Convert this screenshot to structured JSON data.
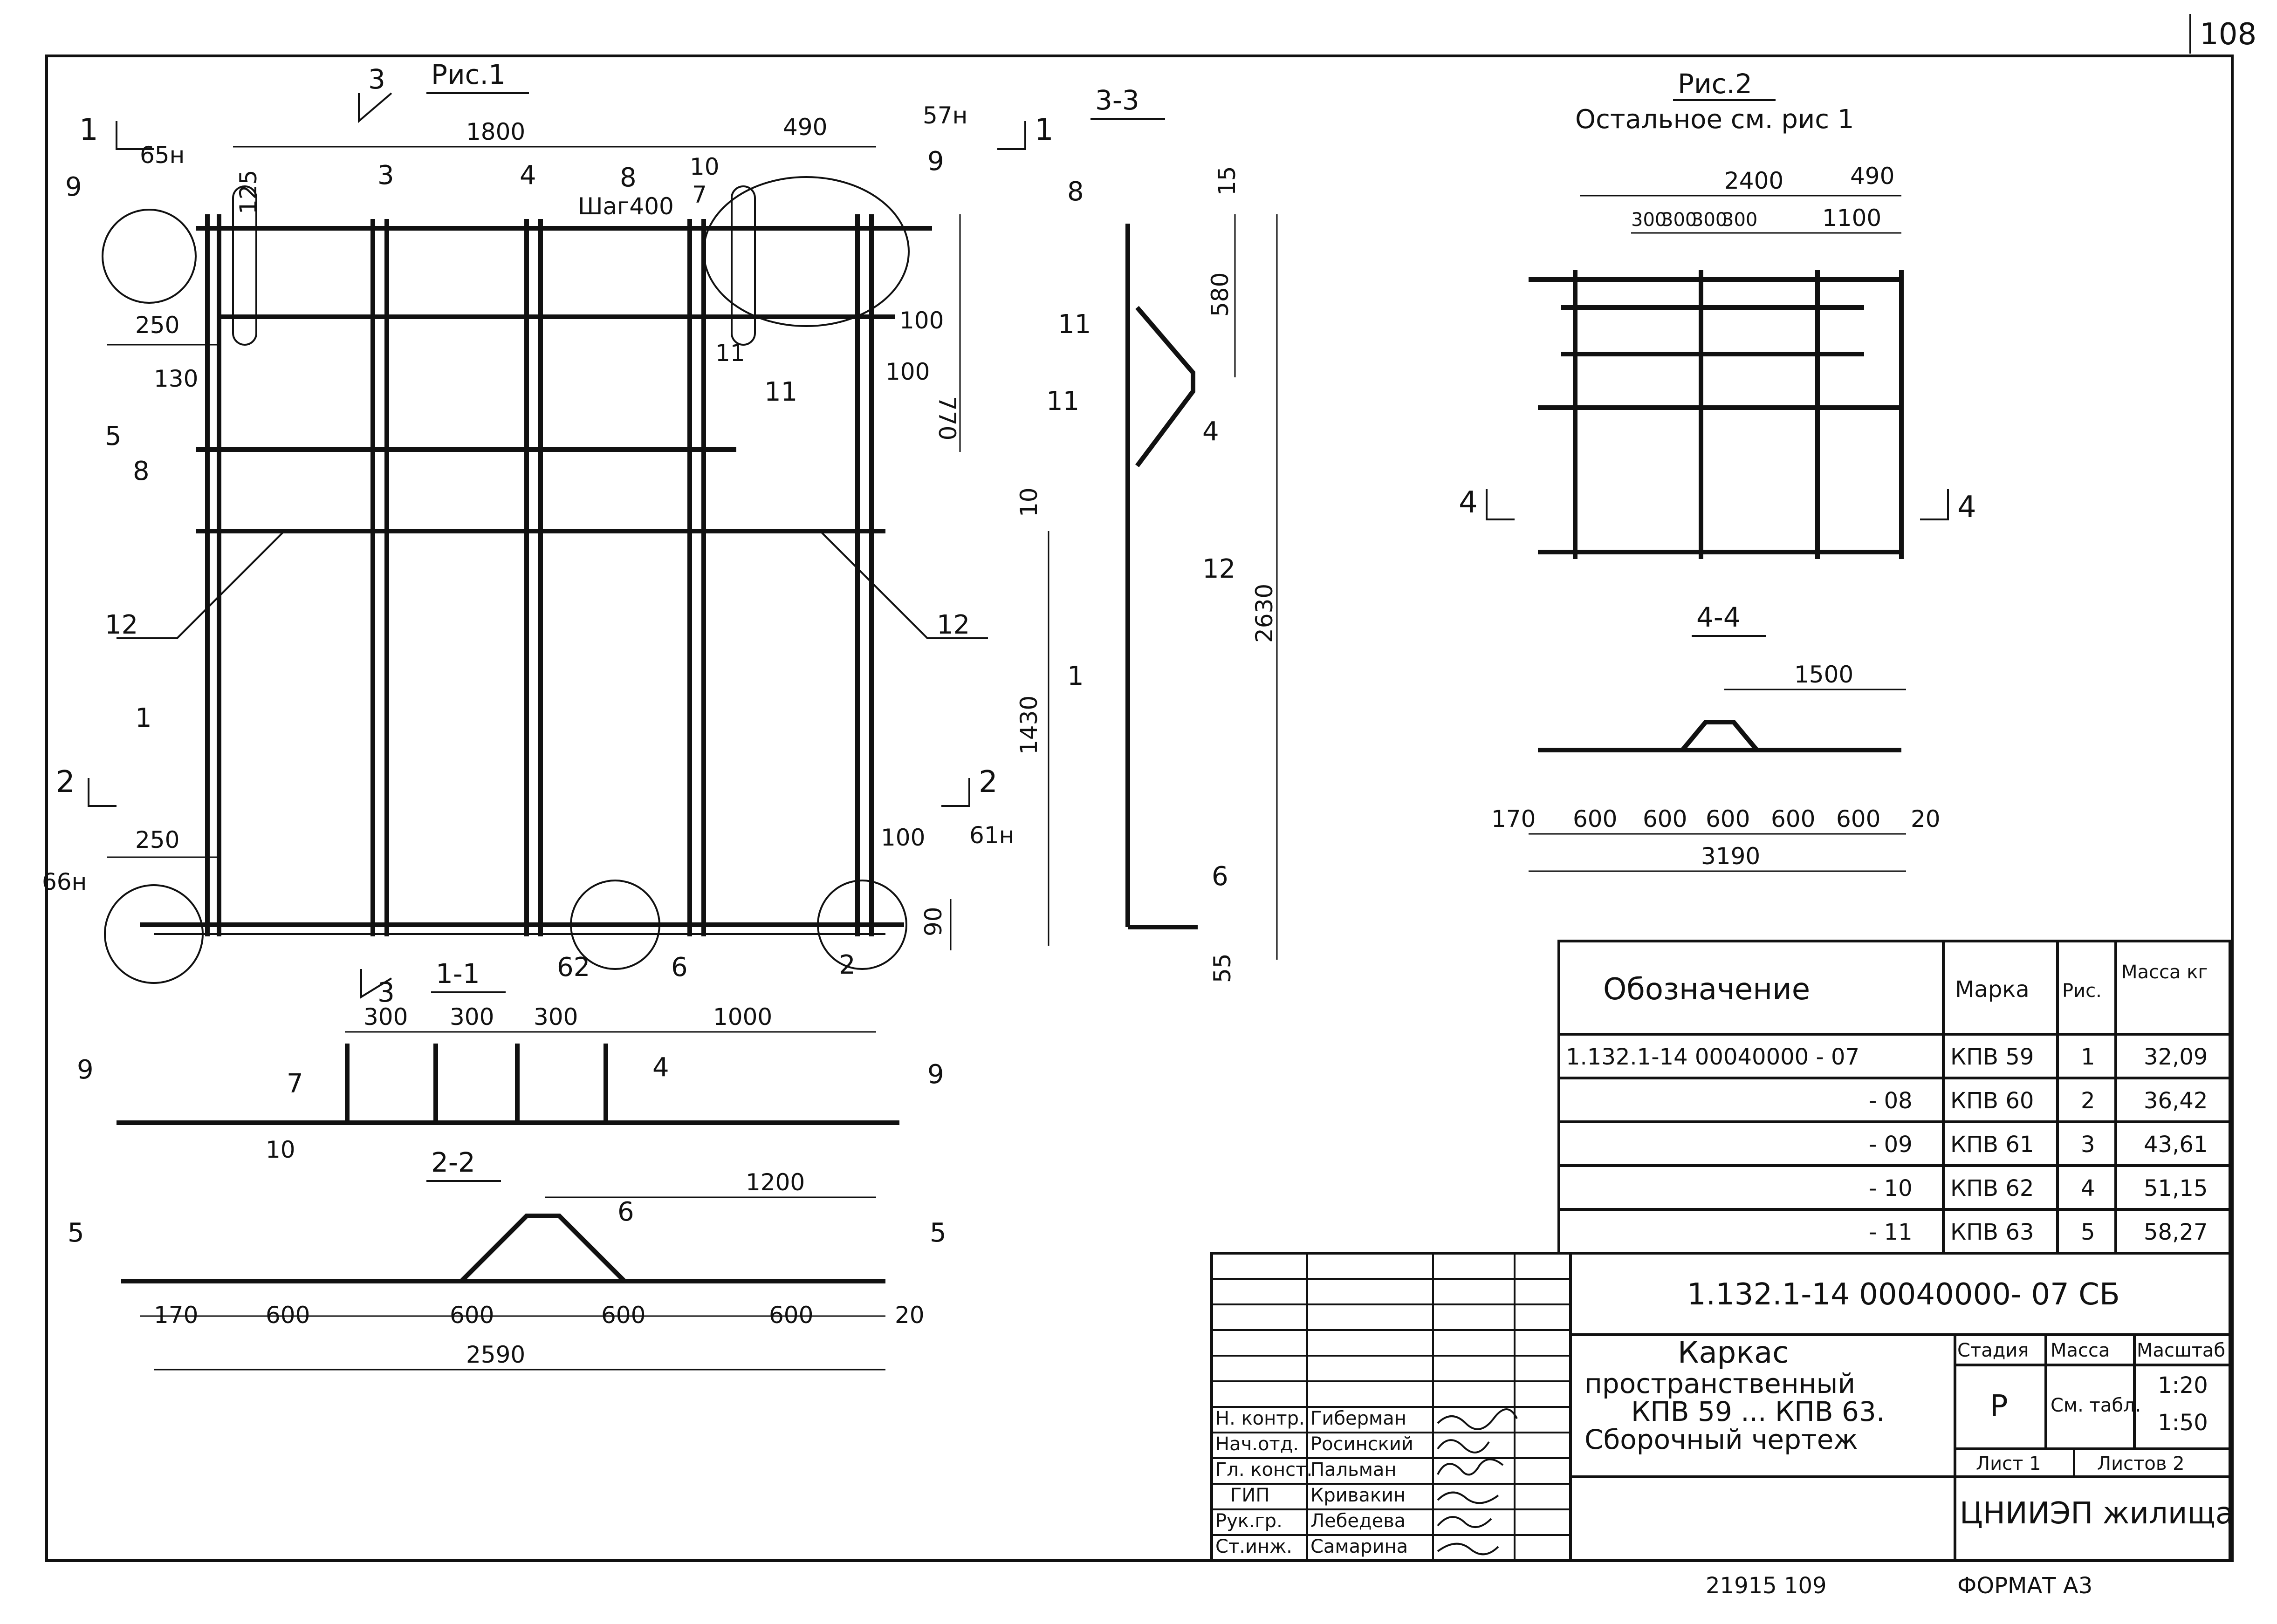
{
  "sheet": {
    "page_number": "108",
    "footer_left": "21915   109",
    "format": "ФОРМАТ А3"
  },
  "figure1": {
    "title": "Рис.1",
    "dims": [
      "1800",
      "490",
      "65н",
      "57н",
      "250",
      "130",
      "100",
      "100",
      "770",
      "125",
      "Шаг400",
      "250",
      "100",
      "66н",
      "61н",
      "90"
    ],
    "labels": [
      "3",
      "4",
      "8",
      "10",
      "7",
      "9",
      "9",
      "5",
      "8",
      "11",
      "12",
      "12",
      "1",
      "11",
      "62",
      "6",
      "2"
    ],
    "section_marks": [
      "1",
      "1",
      "2",
      "2",
      "3",
      "3"
    ]
  },
  "section33": {
    "title": "3-3",
    "dims": [
      "15",
      "580",
      "10",
      "1430",
      "2630",
      "55"
    ],
    "labels": [
      "8",
      "11",
      "11",
      "4",
      "12",
      "1",
      "6"
    ]
  },
  "figure2": {
    "title": "Рис.2",
    "subtitle": "Остальное см. рис 1",
    "dims": [
      "2400",
      "490",
      "300",
      "300",
      "300",
      "300",
      "1100"
    ],
    "section_marks": [
      "4",
      "4"
    ]
  },
  "section44": {
    "title": "4-4",
    "dims": [
      "1500",
      "170",
      "600",
      "600",
      "600",
      "600",
      "600",
      "20",
      "3190"
    ]
  },
  "section11": {
    "title": "1-1",
    "dims": [
      "300",
      "300",
      "300",
      "1000"
    ],
    "labels": [
      "9",
      "7",
      "4",
      "9",
      "10"
    ]
  },
  "section22": {
    "title": "2-2",
    "dims": [
      "1200",
      "170",
      "600",
      "600",
      "600",
      "600",
      "20",
      "2590"
    ],
    "labels": [
      "5",
      "6",
      "5"
    ]
  },
  "spec_table": {
    "headers": [
      "Обозначение",
      "Марка",
      "Рис.",
      "Масса кг"
    ],
    "rows": [
      [
        "1.132.1-14 00040000 - 07",
        "КПВ 59",
        "1",
        "32,09"
      ],
      [
        "- 08",
        "КПВ 60",
        "2",
        "36,42"
      ],
      [
        "- 09",
        "КПВ 61",
        "3",
        "43,61"
      ],
      [
        "- 10",
        "КПВ 62",
        "4",
        "51,15"
      ],
      [
        "- 11",
        "КПВ 63",
        "5",
        "58,27"
      ]
    ]
  },
  "title_block": {
    "doc_code": "1.132.1-14  00040000- 07 СБ",
    "name_lines": [
      "Каркас",
      "пространственный",
      "КПВ 59 ... КПВ 63.",
      "Сборочный  чертеж"
    ],
    "stage_label": "Стадия",
    "stage": "Р",
    "mass_label": "Масса",
    "mass_value": "См. табл.",
    "scale_label": "Масштаб",
    "scales": [
      "1:20",
      "1:50"
    ],
    "sheet_label": "Лист 1",
    "sheets_label": "Листов 2",
    "org": "ЦНИИЭП жилища",
    "signatures": [
      {
        "role": "Н. контр.",
        "name": "Гиберман"
      },
      {
        "role": "Нач.отд.",
        "name": "Росинский"
      },
      {
        "role": "Гл. конст.",
        "name": "Пальман"
      },
      {
        "role": "ГИП",
        "name": "Кривакин"
      },
      {
        "role": "Рук.гр.",
        "name": "Лебедева"
      },
      {
        "role": "Ст.инж.",
        "name": "Самарина"
      }
    ]
  }
}
